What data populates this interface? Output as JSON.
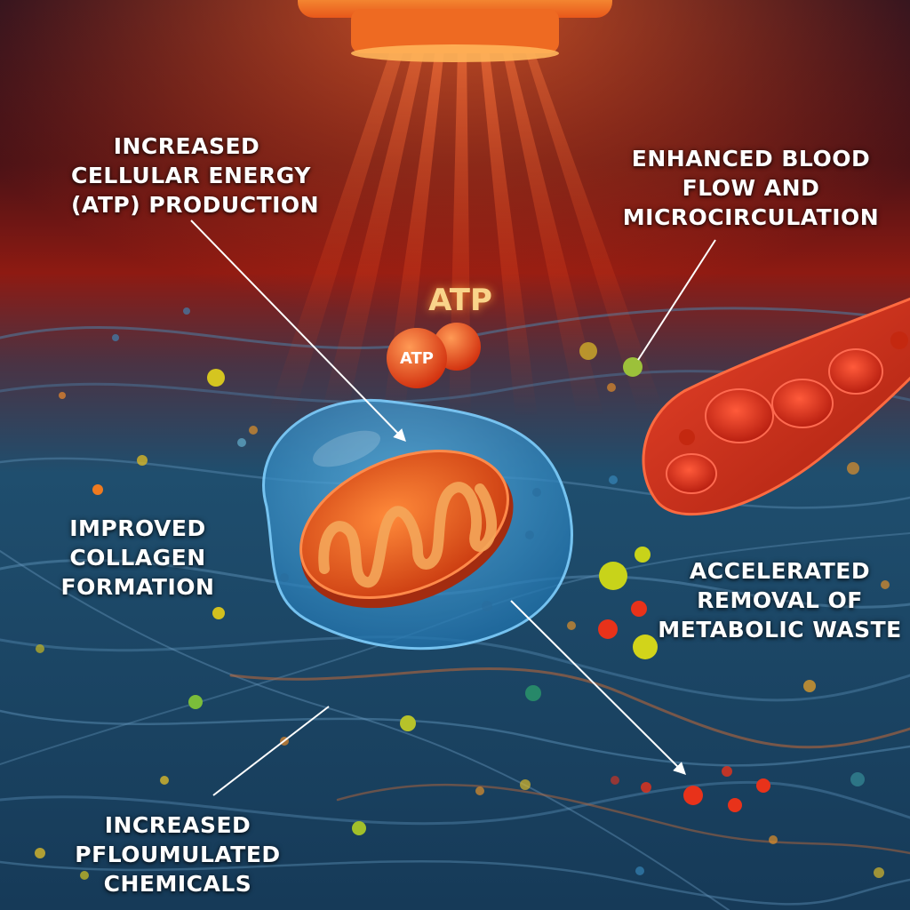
{
  "labels": {
    "atp_production": [
      "INCREASED",
      "CELLULAR ENERGY",
      "(ATP) PRODUCTION"
    ],
    "blood_flow": [
      "ENHANCED BLOOD",
      "FLOW AND",
      "MICROCIRCULATION"
    ],
    "collagen": [
      "IMPROVED",
      "COLLAGEN",
      "FORMATION"
    ],
    "waste": [
      "ACCELERATED",
      "REMOVAL OF",
      "METABOLIC WASTE"
    ],
    "chemicals": [
      "INCREASED",
      "PFLOUMULATED",
      "CHEMICALS"
    ]
  },
  "atp": {
    "floating_label": "ATP",
    "molecule_label": "ATP"
  },
  "colors": {
    "background_top": "#1a0f1e",
    "background_red": "#8e1a12",
    "tissue_blue": "#1f4e6e",
    "light_beam": "#ff5a1f",
    "mitochondrion": "#ec5a1e",
    "cell_membrane": "#3f9fd8",
    "blood_vessel": "#d8321f",
    "red_blood_cell": "#e2331f",
    "label_text": "#ffffff"
  }
}
